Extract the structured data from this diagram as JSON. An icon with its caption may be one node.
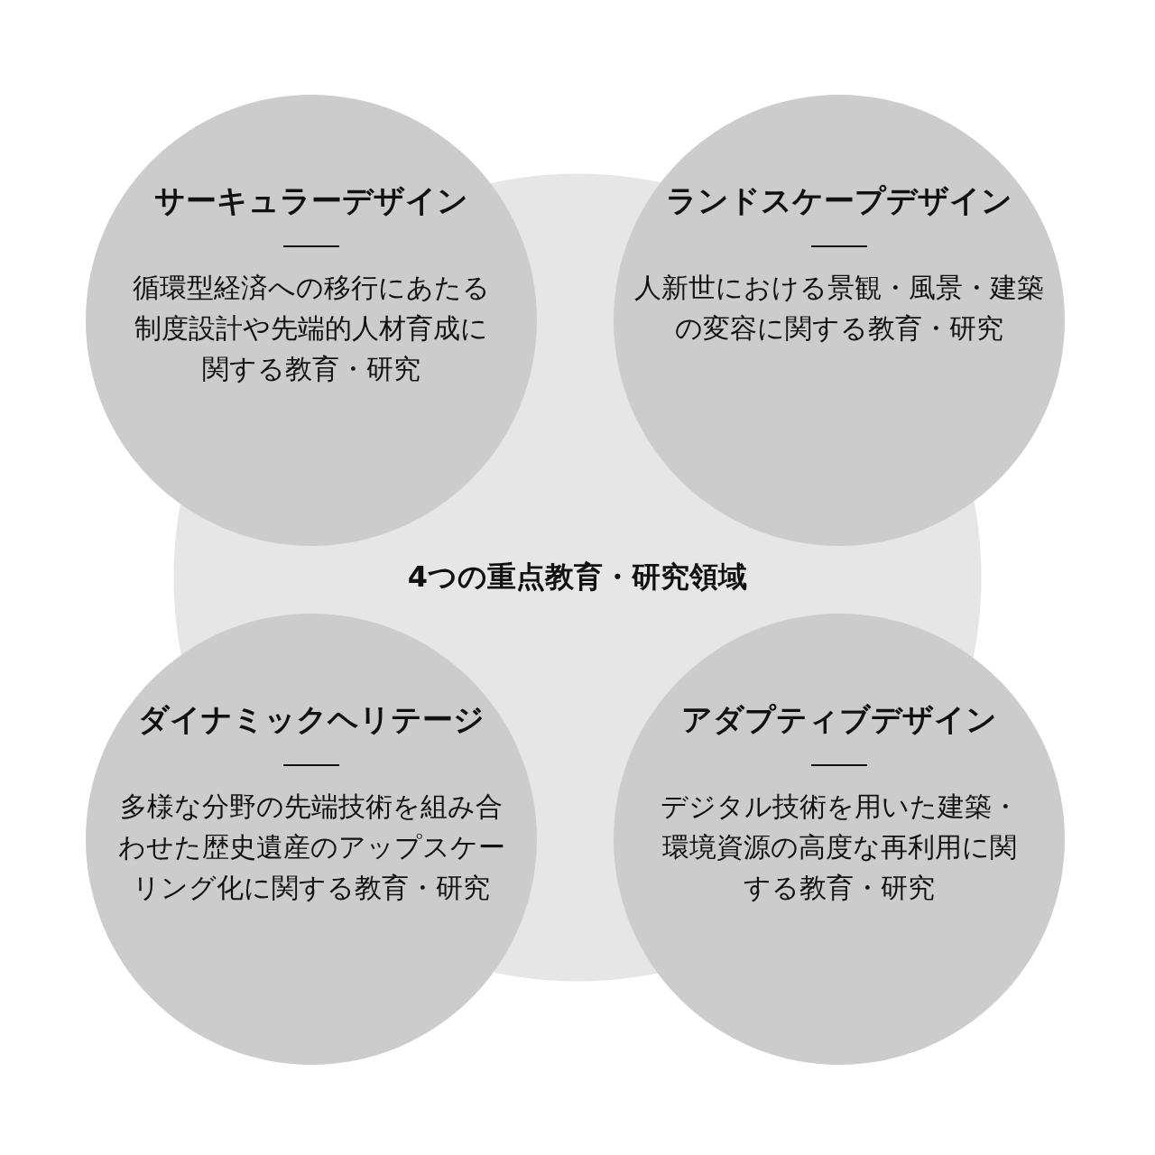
{
  "diagram": {
    "nodes": [
      {
        "text": [
          "4つの重点教育・研究領域"
        ]
      },
      {
        "text": [
          "サーキュラーデザイン",
          "循環型経済への移行にあたる制度設計や先端的人材育成に関する教育・研究"
        ]
      },
      {
        "text": [
          "ランドスケープデザイン",
          "人新世における景観・風景・建築の変容に関する教育・研究"
        ]
      },
      {
        "text": [
          "ダイナミックヘリテージ",
          "多様な分野の先端技術を組み合わせた歴史遺産のアップスケーリング化に関する教育・研究"
        ]
      },
      {
        "text": [
          "アダプティブデザイン",
          "デジタル技術を用いた建築・環境資源の高度な再利用に関する教育・研究"
        ]
      }
    ]
  }
}
